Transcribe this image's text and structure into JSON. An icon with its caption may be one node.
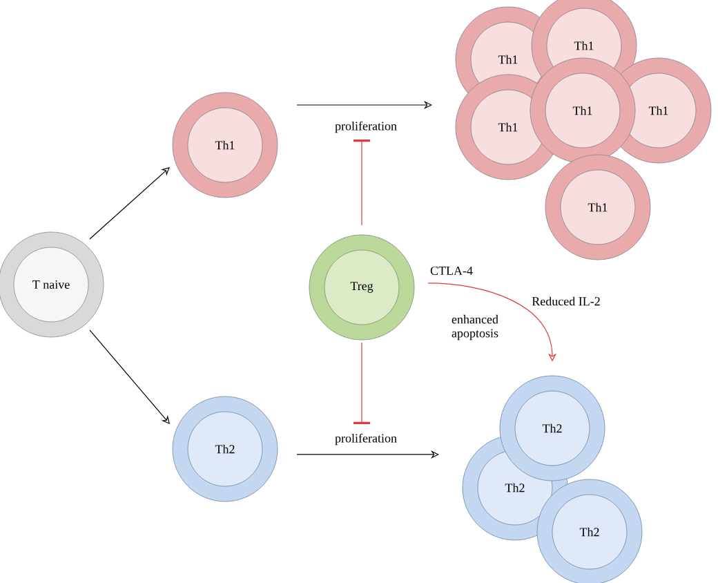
{
  "diagram": {
    "nodes": [
      {
        "text": [
          "T naive"
        ]
      },
      {
        "text": [
          "Th1"
        ]
      },
      {
        "text": [
          "Th2"
        ]
      },
      {
        "text": [
          "Treg"
        ]
      },
      {
        "text": [
          "Th1"
        ]
      },
      {
        "text": [
          "Th1"
        ]
      },
      {
        "text": [
          "Th1"
        ]
      },
      {
        "text": [
          "Th1"
        ]
      },
      {
        "text": [
          "Th1"
        ]
      },
      {
        "text": [
          "Th1"
        ]
      },
      {
        "text": [
          "Th2"
        ]
      },
      {
        "text": [
          "Th2"
        ]
      },
      {
        "text": [
          "Th2"
        ]
      }
    ],
    "edges": [
      {
        "from": 0,
        "to": 1,
        "arrow": "to"
      },
      {
        "from": 0,
        "to": 2,
        "arrow": "to"
      },
      {
        "from": 1,
        "to": null,
        "arrow": "to",
        "label": "proliferation"
      },
      {
        "from": 2,
        "to": null,
        "arrow": "to",
        "label": "proliferation"
      },
      {
        "from": 3,
        "to": null,
        "arrow": "other",
        "color": "#e03a3a"
      },
      {
        "from": 3,
        "to": null,
        "arrow": "other",
        "color": "#e03a3a"
      },
      {
        "from": 3,
        "to": 10,
        "arrow": "to",
        "color": "#e03a3a"
      }
    ],
    "labels": [
      "CTLA-4",
      "Reduced IL-2",
      "enhanced apoptosis"
    ]
  }
}
